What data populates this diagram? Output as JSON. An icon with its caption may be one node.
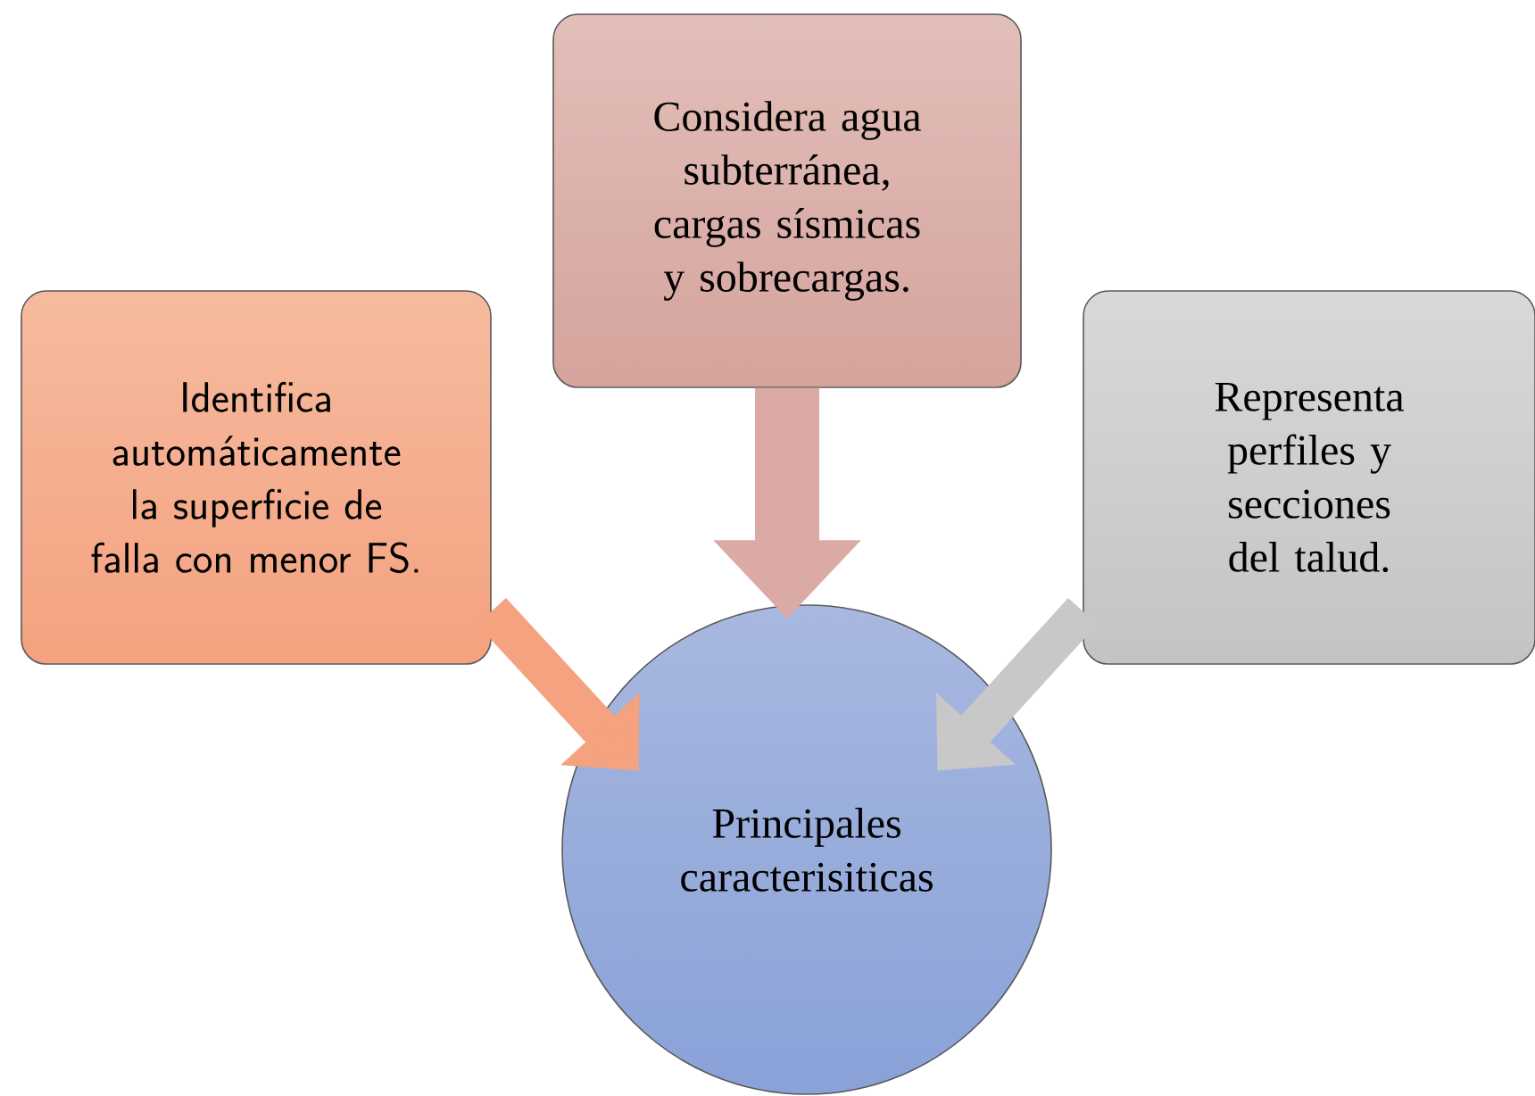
{
  "diagram": {
    "nodes": [
      {
        "text": [
          "Identifica automáticamente la superficie de falla con menor FS."
        ]
      },
      {
        "text": [
          "Considera agua subterránea, cargas sísmicas y sobrecargas."
        ]
      },
      {
        "text": [
          "Representa perfiles y secciones del talud."
        ]
      },
      {
        "text": [
          "Principales caracterisiticas"
        ]
      }
    ],
    "edges": [
      {
        "from": 0,
        "to": 3,
        "arrow": "to",
        "color": "#f4a27f"
      },
      {
        "from": 1,
        "to": 3,
        "arrow": "to",
        "color": "#dcaaa4"
      },
      {
        "from": 2,
        "to": 3,
        "arrow": "to",
        "color": "#c8c8c8"
      }
    ]
  }
}
